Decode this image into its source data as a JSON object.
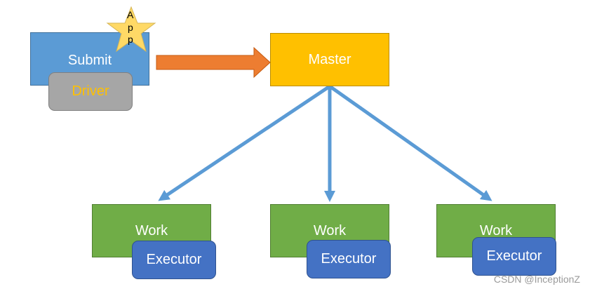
{
  "nodes": {
    "submit": {
      "label": "Submit"
    },
    "driver": {
      "label": "Driver"
    },
    "master": {
      "label": "Master"
    },
    "app_star": {
      "letters": [
        "A",
        "p",
        "p"
      ]
    },
    "workers": [
      {
        "work_label": "Work",
        "executor_label": "Executor"
      },
      {
        "work_label": "Work",
        "executor_label": "Executor"
      },
      {
        "work_label": "Work",
        "executor_label": "Executor"
      }
    ]
  },
  "watermark": "CSDN @InceptionZ",
  "colors": {
    "submit": "#5b9bd5",
    "driver": "#a6a6a6",
    "driver_text": "#ffc000",
    "master": "#ffc000",
    "work": "#70ad47",
    "executor": "#4472c4",
    "submit_arrow": "#ed7d31",
    "master_arrows": "#5b9bd5",
    "star": "#ffd966"
  },
  "edges": [
    {
      "from": "submit",
      "to": "master"
    },
    {
      "from": "master",
      "to": "worker-1"
    },
    {
      "from": "master",
      "to": "worker-2"
    },
    {
      "from": "master",
      "to": "worker-3"
    }
  ]
}
